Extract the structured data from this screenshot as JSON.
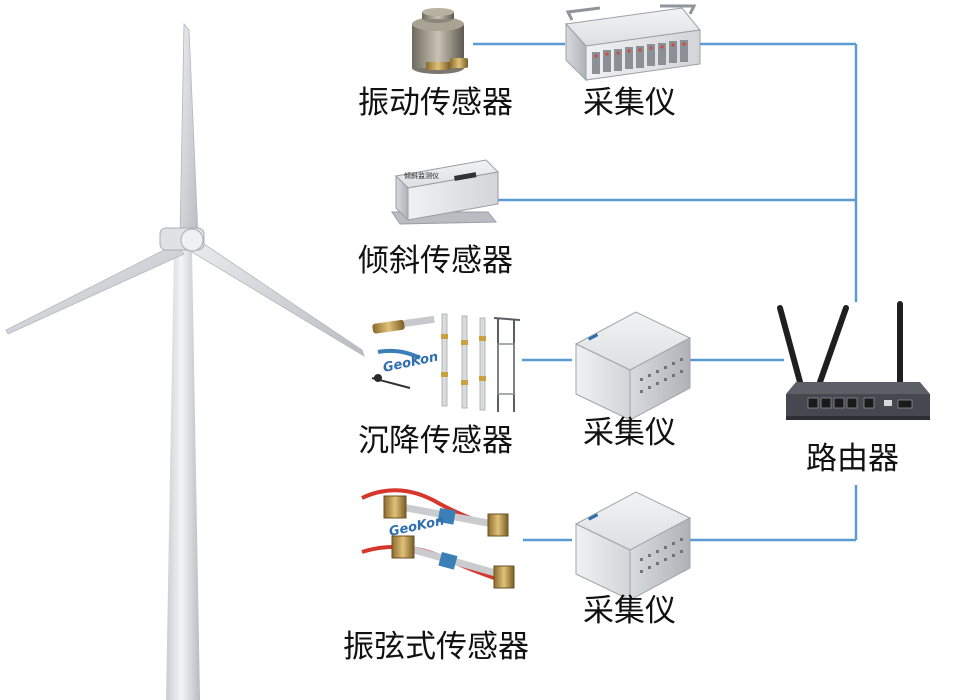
{
  "diagram": {
    "line_color": "#5b9bd5",
    "labels": {
      "vibration_sensor": "振动传感器",
      "tilt_sensor": "倾斜传感器",
      "settlement_sensor": "沉降传感器",
      "vibrating_wire_sensor": "振弦式传感器",
      "collector_1": "采集仪",
      "collector_2": "采集仪",
      "collector_3": "采集仪",
      "router": "路由器"
    },
    "device_marks": {
      "brand_logo": "GeoKon",
      "tilt_box_text": "倾斜监测仪"
    }
  }
}
